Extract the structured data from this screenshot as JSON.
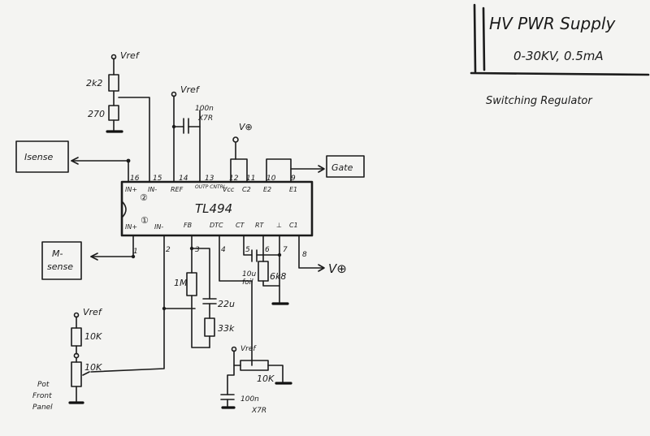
{
  "title": {
    "line1": "HV PWR Supply",
    "line2": "0-30KV, 0.5mA",
    "note": "Switching Regulator"
  },
  "chip": {
    "name": "TL494",
    "top_pins": [
      {
        "num": "16",
        "name": "IN+"
      },
      {
        "num": "15",
        "name": "IN-"
      },
      {
        "num": "14",
        "name": "REF"
      },
      {
        "num": "13",
        "name": "OUTP CNTRL"
      },
      {
        "num": "12",
        "name": "Vcc"
      },
      {
        "num": "11",
        "name": "C2"
      },
      {
        "num": "10",
        "name": "E2"
      },
      {
        "num": "9",
        "name": "E1"
      }
    ],
    "bottom_pins": [
      {
        "num": "1",
        "name": "IN+"
      },
      {
        "num": "2",
        "name": "IN-"
      },
      {
        "num": "3",
        "name": "FB"
      },
      {
        "num": "4",
        "name": "DTC"
      },
      {
        "num": "5",
        "name": "CT"
      },
      {
        "num": "6",
        "name": "RT"
      },
      {
        "num": "7",
        "name": "⊥"
      },
      {
        "num": "8",
        "name": "C1"
      }
    ],
    "amp_marks": [
      "②",
      "①"
    ]
  },
  "signals": {
    "isense": "Isense",
    "msense": "M-\nsense",
    "gate": "Gate",
    "vplus_top": "V⊕",
    "vplus_right": "V⊕"
  },
  "components": {
    "vref_top": "Vref",
    "r_2k2": "2k2",
    "r_270": "270",
    "vref_pin14": "Vref",
    "c_100n_top": "100n",
    "c_x7r_top": "X7R",
    "r_1m": "1M",
    "c_22u": "22u",
    "r_33k": "33k",
    "c_10u": "10u",
    "c_10u_note": "foil",
    "r_6k8": "6k8",
    "vref_left": "Vref",
    "r_10k_top": "10K",
    "r_10k_pot": "10K",
    "pot_label": [
      "Pot",
      "Front",
      "Panel"
    ],
    "vref_dtc": "Vref",
    "r_10k_dtc": "10K",
    "c_100n_bottom": "100n",
    "c_x7r_bottom": "X7R"
  }
}
